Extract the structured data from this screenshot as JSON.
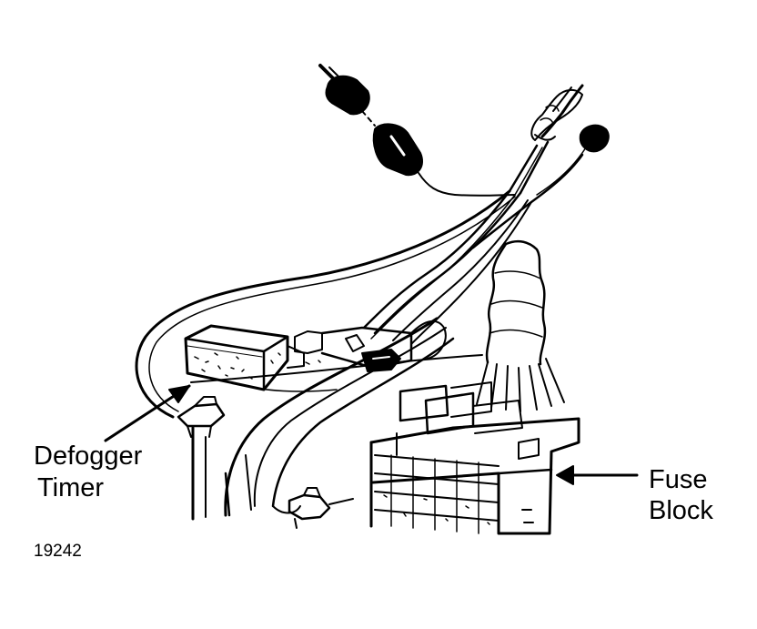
{
  "labels": {
    "defogger_line1": "Defogger",
    "defogger_line2": "Timer",
    "fuse_line1": "Fuse",
    "fuse_line2": "Block",
    "figure_number": "19242"
  },
  "colors": {
    "ink": "#000000",
    "paper": "#ffffff"
  }
}
